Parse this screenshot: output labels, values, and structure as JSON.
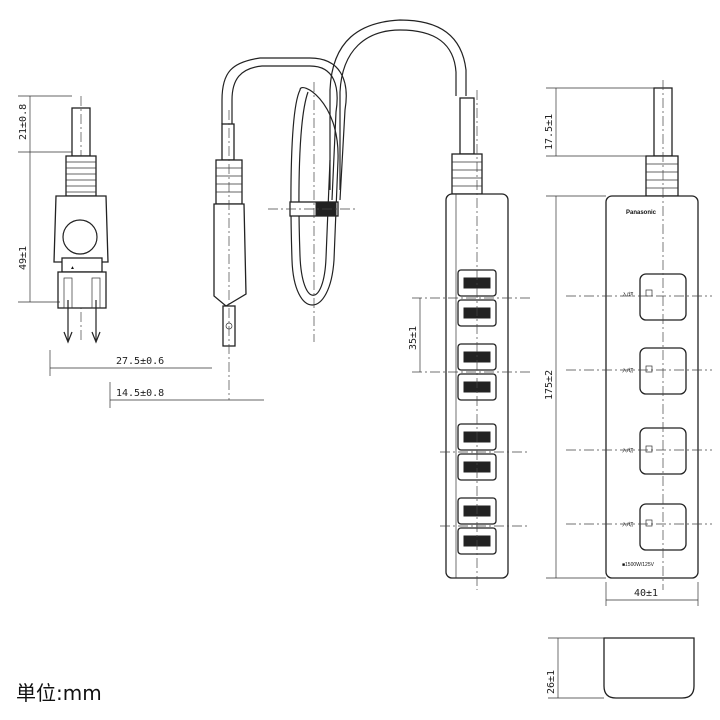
{
  "plug": {
    "pin_length_dim": "21±0.8",
    "plug_height_dim": "49±1",
    "pin_spacing_dim": "27.5±0.6",
    "side_offset_dim": "14.5±0.8"
  },
  "strip": {
    "outlet_spacing_dim": "35±1",
    "length_dim": "175±2",
    "cord_exit_dim": "17.5±1",
    "width_dim": "40±1",
    "height_dim": "26±1",
    "brand": "Panasonic",
    "switch_label": "入/切",
    "rating_label": "■1500W/125V"
  },
  "unit_label": "単位:mm"
}
